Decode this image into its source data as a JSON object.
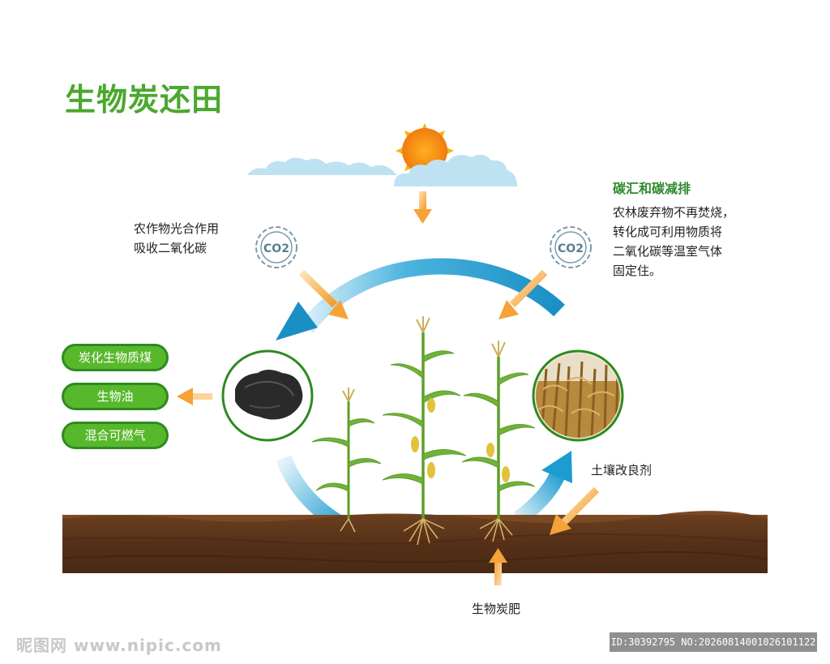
{
  "title": "生物炭还田",
  "photosynthesis": {
    "line1": "农作物光合作用",
    "line2": "吸收二氧化碳"
  },
  "carbon_sink": {
    "title": "碳汇和碳减排",
    "lines": [
      "农林废弃物不再焚烧，",
      "转化成可利用物质将",
      "二氧化碳等温室气体",
      "固定住。"
    ]
  },
  "co2_label": "CO2",
  "products": [
    "炭化生物质煤",
    "生物油",
    "混合可燃气"
  ],
  "soil_improver": "土壤改良剂",
  "biochar_fertilizer": "生物炭肥",
  "watermark": {
    "left": "昵图网 www.nipic.com",
    "right": "ID:30392795 NO:20260814001026101122"
  },
  "colors": {
    "title": "#4aa82e",
    "pill": "#58b82c",
    "arrow_blue": "#1e9bd0",
    "arrow_orange": "#f5a236",
    "soil": "#5b3419"
  }
}
